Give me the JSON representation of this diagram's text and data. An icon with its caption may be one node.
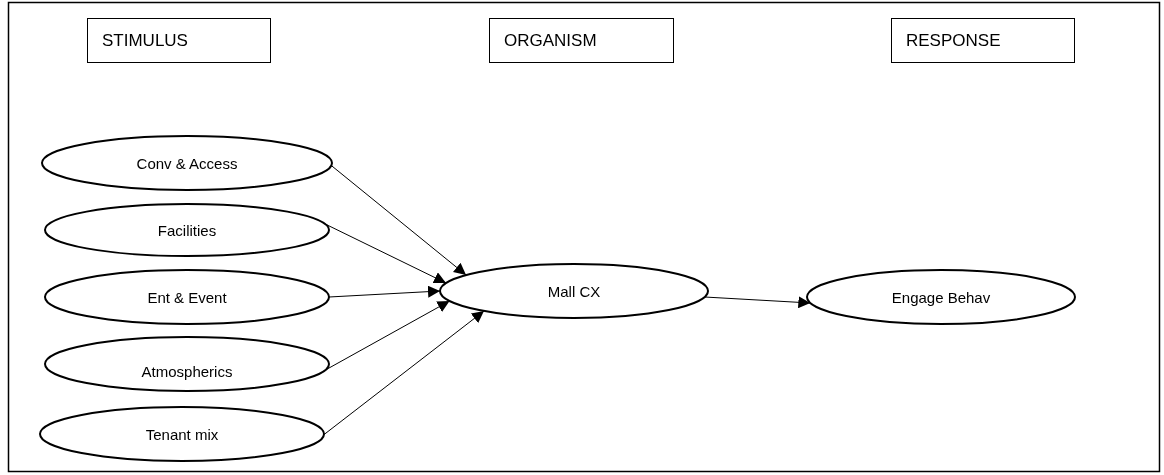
{
  "diagram": {
    "nodes": [
      {
        "text": [
          "STIMULUS"
        ]
      },
      {
        "text": [
          "ORGANISM"
        ]
      },
      {
        "text": [
          "RESPONSE"
        ]
      },
      {
        "text": [
          "Conv & Access"
        ]
      },
      {
        "text": [
          "Facilities"
        ]
      },
      {
        "text": [
          "Ent & Event"
        ]
      },
      {
        "text": [
          "Atmospherics"
        ]
      },
      {
        "text": [
          "Tenant mix"
        ]
      },
      {
        "text": [
          "Mall CX"
        ]
      },
      {
        "text": [
          "Engage Behav"
        ]
      }
    ],
    "edges": [
      {
        "from": 3,
        "to": 8,
        "arrow": "to"
      },
      {
        "from": 4,
        "to": 8,
        "arrow": "to"
      },
      {
        "from": 5,
        "to": 8,
        "arrow": "to"
      },
      {
        "from": 6,
        "to": 8,
        "arrow": "to"
      },
      {
        "from": 7,
        "to": 8,
        "arrow": "to"
      },
      {
        "from": 8,
        "to": 9,
        "arrow": "to"
      }
    ]
  }
}
